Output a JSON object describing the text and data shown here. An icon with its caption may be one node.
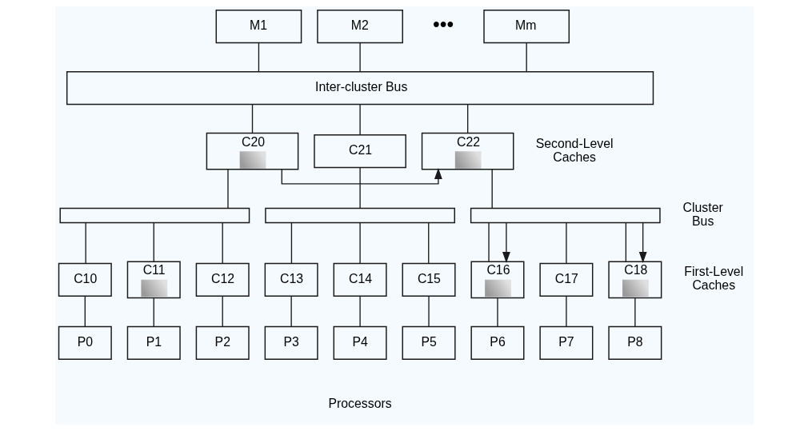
{
  "diagram": {
    "nodes": [
      {
        "text": [
          "M1"
        ]
      },
      {
        "text": [
          "M2"
        ]
      },
      {
        "text": [
          "Mm"
        ]
      },
      {
        "text": [
          "Inter-cluster Bus"
        ]
      },
      {
        "text": [
          "C20"
        ]
      },
      {
        "text": [
          "C21"
        ]
      },
      {
        "text": [
          "C22"
        ]
      },
      {
        "text": [],
        "shape": "bar"
      },
      {
        "text": [],
        "shape": "bar"
      },
      {
        "text": [],
        "shape": "bar"
      },
      {
        "text": [
          "C10"
        ]
      },
      {
        "text": [
          "C11"
        ]
      },
      {
        "text": [
          "C12"
        ]
      },
      {
        "text": [
          "C13"
        ]
      },
      {
        "text": [
          "C14"
        ]
      },
      {
        "text": [
          "C15"
        ]
      },
      {
        "text": [
          "C16"
        ]
      },
      {
        "text": [
          "C17"
        ]
      },
      {
        "text": [
          "C18"
        ]
      },
      {
        "text": [
          "P0"
        ]
      },
      {
        "text": [
          "P1"
        ]
      },
      {
        "text": [
          "P2"
        ]
      },
      {
        "text": [
          "P3"
        ]
      },
      {
        "text": [
          "P4"
        ]
      },
      {
        "text": [
          "P5"
        ]
      },
      {
        "text": [
          "P6"
        ]
      },
      {
        "text": [
          "P7"
        ]
      },
      {
        "text": [
          "P8"
        ]
      }
    ],
    "edges": [
      {
        "from": 0,
        "to": 3,
        "arrow": "none"
      },
      {
        "from": 1,
        "to": 3,
        "arrow": "none"
      },
      {
        "from": 2,
        "to": 3,
        "arrow": "none"
      },
      {
        "from": 3,
        "to": 4,
        "arrow": "none"
      },
      {
        "from": 3,
        "to": 5,
        "arrow": "none"
      },
      {
        "from": 3,
        "to": 6,
        "arrow": "none"
      },
      {
        "from": 4,
        "to": 6,
        "arrow": "to"
      },
      {
        "from": 4,
        "to": 7,
        "arrow": "none"
      },
      {
        "from": 5,
        "to": 8,
        "arrow": "none"
      },
      {
        "from": 6,
        "to": 9,
        "arrow": "none"
      },
      {
        "from": 7,
        "to": 10,
        "arrow": "none"
      },
      {
        "from": 7,
        "to": 11,
        "arrow": "none"
      },
      {
        "from": 7,
        "to": 12,
        "arrow": "none"
      },
      {
        "from": 8,
        "to": 13,
        "arrow": "none"
      },
      {
        "from": 8,
        "to": 14,
        "arrow": "none"
      },
      {
        "from": 8,
        "to": 15,
        "arrow": "none"
      },
      {
        "from": 9,
        "to": 16,
        "arrow": "none"
      },
      {
        "from": 9,
        "to": 17,
        "arrow": "none"
      },
      {
        "from": 9,
        "to": 18,
        "arrow": "none"
      },
      {
        "from": 9,
        "to": 16,
        "arrow": "to"
      },
      {
        "from": 9,
        "to": 18,
        "arrow": "to"
      },
      {
        "from": 10,
        "to": 19,
        "arrow": "none"
      },
      {
        "from": 11,
        "to": 20,
        "arrow": "none"
      },
      {
        "from": 12,
        "to": 21,
        "arrow": "none"
      },
      {
        "from": 13,
        "to": 22,
        "arrow": "none"
      },
      {
        "from": 14,
        "to": 23,
        "arrow": "none"
      },
      {
        "from": 15,
        "to": 24,
        "arrow": "none"
      },
      {
        "from": 16,
        "to": 25,
        "arrow": "none"
      },
      {
        "from": 17,
        "to": 26,
        "arrow": "none"
      },
      {
        "from": 18,
        "to": 27,
        "arrow": "none"
      }
    ],
    "labels": [
      "•••",
      "Second-Level Caches",
      "Cluster Bus",
      "First-Level Caches",
      "Processors"
    ]
  }
}
